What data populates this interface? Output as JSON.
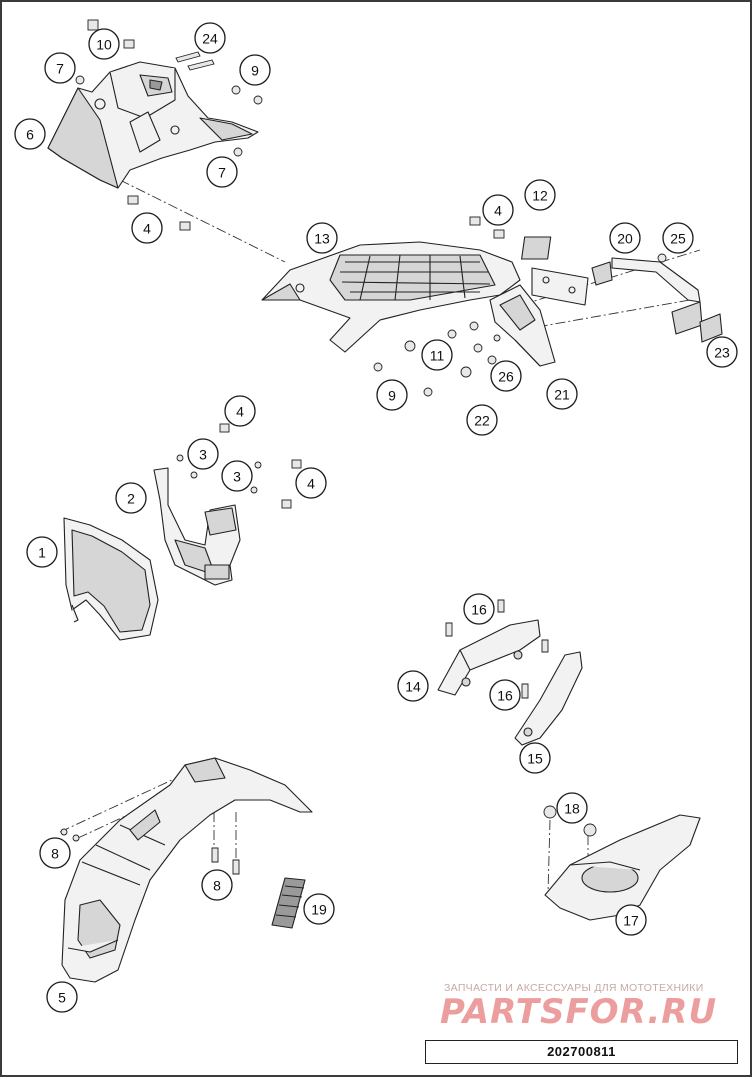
{
  "diagram": {
    "callouts": [
      "10",
      "24",
      "7",
      "9",
      "6",
      "7",
      "4",
      "13",
      "4",
      "12",
      "20",
      "25",
      "11",
      "9",
      "22",
      "26",
      "21",
      "23",
      "4",
      "3",
      "2",
      "3",
      "4",
      "1",
      "16",
      "14",
      "16",
      "15",
      "18",
      "8",
      "8",
      "19",
      "5",
      "17"
    ]
  },
  "watermark": {
    "subtitle": "ЗАПЧАСТИ И АКСЕССУАРЫ ДЛЯ МОТОТЕХНИКИ",
    "logo": "PARTSFOR.RU"
  },
  "doc_number": "202700811"
}
